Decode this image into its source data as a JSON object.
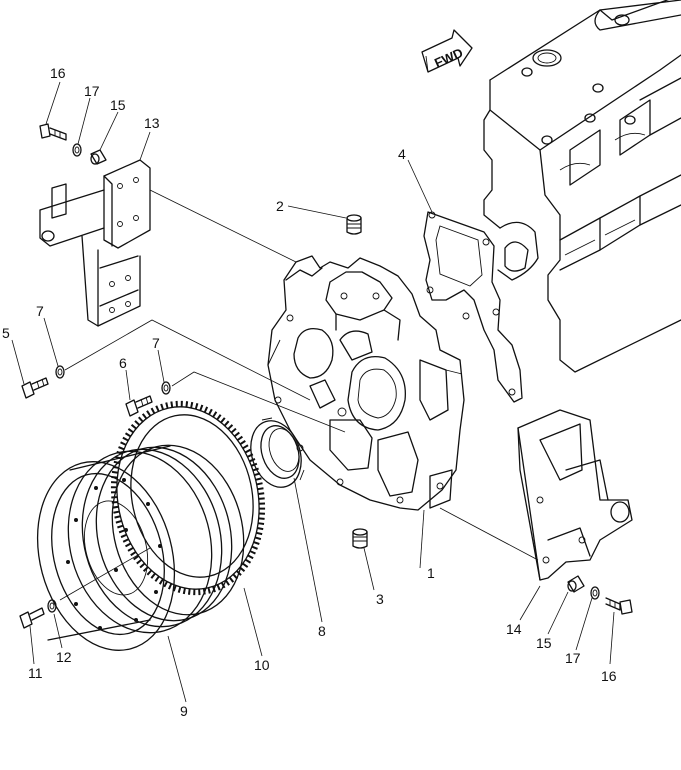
{
  "direction_arrow": {
    "label": "FWD"
  },
  "callouts": [
    {
      "id": "c1",
      "label": "1"
    },
    {
      "id": "c2",
      "label": "2"
    },
    {
      "id": "c3",
      "label": "3"
    },
    {
      "id": "c4",
      "label": "4"
    },
    {
      "id": "c5",
      "label": "5"
    },
    {
      "id": "c6",
      "label": "6"
    },
    {
      "id": "c7a",
      "label": "7"
    },
    {
      "id": "c7b",
      "label": "7"
    },
    {
      "id": "c8",
      "label": "8"
    },
    {
      "id": "c9",
      "label": "9"
    },
    {
      "id": "c10",
      "label": "10"
    },
    {
      "id": "c11",
      "label": "11"
    },
    {
      "id": "c12",
      "label": "12"
    },
    {
      "id": "c13",
      "label": "13"
    },
    {
      "id": "c14",
      "label": "14"
    },
    {
      "id": "c15a",
      "label": "15"
    },
    {
      "id": "c15b",
      "label": "15"
    },
    {
      "id": "c16a",
      "label": "16"
    },
    {
      "id": "c16b",
      "label": "16"
    },
    {
      "id": "c17a",
      "label": "17"
    },
    {
      "id": "c17b",
      "label": "17"
    }
  ]
}
